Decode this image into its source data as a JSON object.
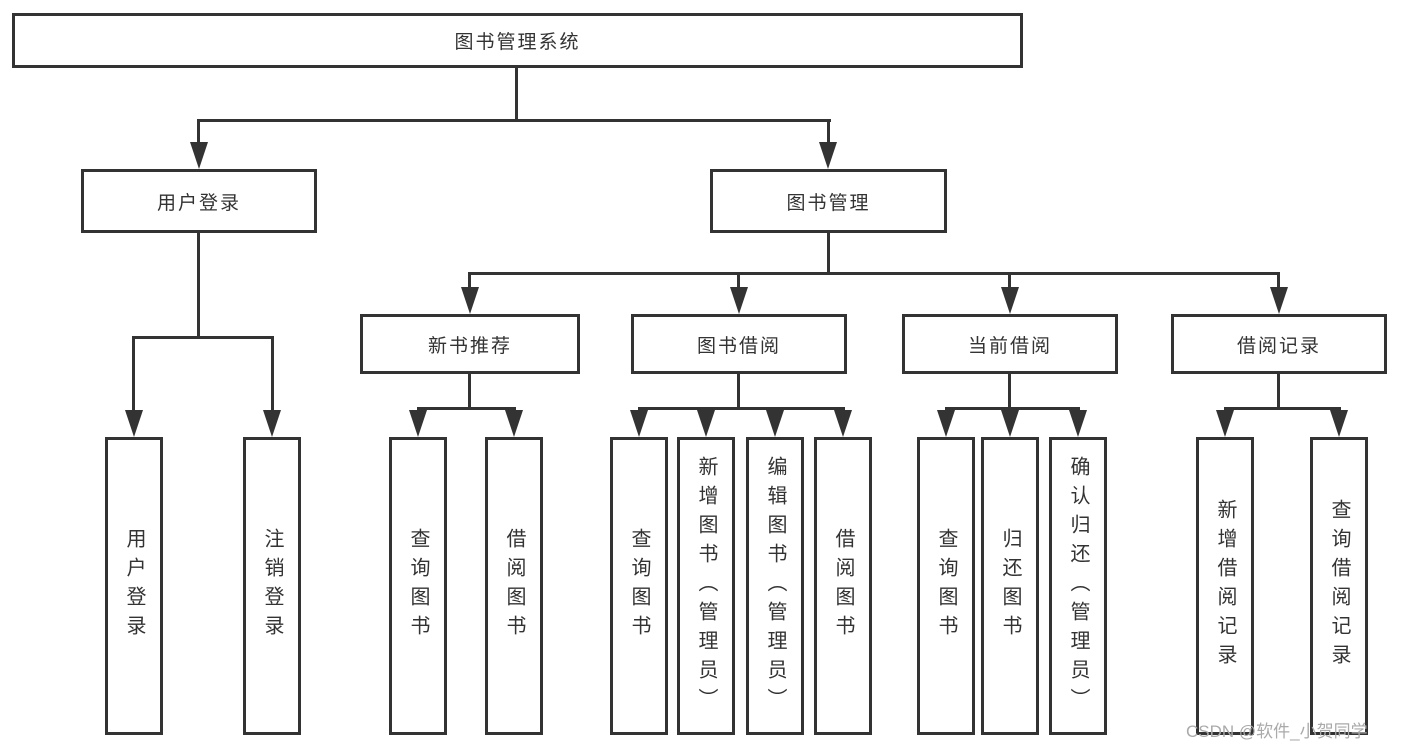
{
  "colors": {
    "line": "#333333",
    "text": "#333333",
    "bg": "#ffffff",
    "wm": "#aaaaaa"
  },
  "root": {
    "label": "图书管理系统"
  },
  "level2": [
    {
      "label": "用户登录"
    },
    {
      "label": "图书管理"
    }
  ],
  "level3": [
    {
      "label": "新书推荐"
    },
    {
      "label": "图书借阅"
    },
    {
      "label": "当前借阅"
    },
    {
      "label": "借阅记录"
    }
  ],
  "leaves": [
    {
      "label": "用户登录"
    },
    {
      "label": "注销登录"
    },
    {
      "label": "查询图书"
    },
    {
      "label": "借阅图书"
    },
    {
      "label": "查询图书"
    },
    {
      "label": "新增图书（管理员）"
    },
    {
      "label": "编辑图书（管理员）"
    },
    {
      "label": "借阅图书"
    },
    {
      "label": "查询图书"
    },
    {
      "label": "归还图书"
    },
    {
      "label": "确认归还（管理员）"
    },
    {
      "label": "新增借阅记录"
    },
    {
      "label": "查询借阅记录"
    }
  ],
  "watermark": "CSDN @软件_小贺同学"
}
